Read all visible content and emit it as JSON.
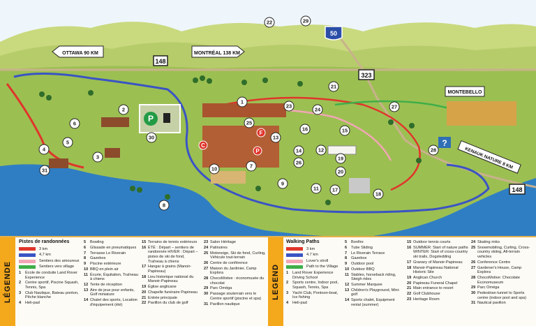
{
  "road_signs": {
    "ottawa": "OTTAWA 90 KM",
    "montreal": "MONTRÉAL 138 KM",
    "kenauk": "KENAUK NATURE 8 KM",
    "montebello": "MONTEBELLO"
  },
  "highways": {
    "a50": "50",
    "r148_top": "148",
    "r148_right": "148",
    "r323": "323"
  },
  "map_pins": [
    "1",
    "2",
    "3",
    "4",
    "5",
    "6",
    "7",
    "8",
    "9",
    "10",
    "11",
    "12",
    "13",
    "14",
    "15",
    "16",
    "17",
    "18",
    "19",
    "20",
    "21",
    "22",
    "23",
    "24",
    "25",
    "26",
    "27",
    "28",
    "29",
    "30",
    "31"
  ],
  "map_letters": {
    "c": "C",
    "f": "F",
    "p": "P"
  },
  "parking": {
    "symbol": "P"
  },
  "colors": {
    "trail_3km": "#e0352b",
    "trail_47km": "#3a54c4",
    "sentier_amoureux": "#f2a6b6",
    "sentier_village": "#3fae49",
    "lake": "#2f7ec4",
    "grass": "#9cbf52",
    "accent": "#f4a81c"
  },
  "legend_fr": {
    "title": "LÉGENDE",
    "pistes_header": "Pistes de randonnées",
    "swatches": [
      "3 km",
      "4,7 km",
      "Sentiers des amoureux",
      "Sentiers vers village"
    ],
    "items": [
      {
        "n": "1",
        "t": "École de conduite Land Rover Experience"
      },
      {
        "n": "2",
        "t": "Centre sportif, Piscine Squash, Tennis, Spa"
      },
      {
        "n": "3",
        "t": "Club Nautique, Bateau ponton, Pêche blanche"
      },
      {
        "n": "4",
        "t": "Heli-pad"
      },
      {
        "n": "5",
        "t": "Bowling"
      },
      {
        "n": "6",
        "t": "Glissade en pneumatiques"
      },
      {
        "n": "7",
        "t": "Terrasse Le Riverain"
      },
      {
        "n": "8",
        "t": "Gazebos"
      },
      {
        "n": "9",
        "t": "Piscine extérieure"
      },
      {
        "n": "10",
        "t": "BBQ en plein air"
      },
      {
        "n": "11",
        "t": "Écurie, Équitation, Traîneau à chiens"
      },
      {
        "n": "12",
        "t": "Tente de réception"
      },
      {
        "n": "13",
        "t": "Aire de jeux pour enfants, Golf miniature"
      },
      {
        "n": "14",
        "t": "Chalet des sports, Location d'équipement (été)"
      },
      {
        "n": "15",
        "t": "Terrains de tennis extérieurs"
      },
      {
        "n": "16",
        "t": "ÉTÉ : Départ – sentiers de randonnée HIVER : Départ – pistes de ski de fond, Traîneau à chiens"
      },
      {
        "n": "17",
        "t": "Hangar à grains (Manoir-Papineau)"
      },
      {
        "n": "18",
        "t": "Lieu historique national du Manoir-Papineau"
      },
      {
        "n": "19",
        "t": "Église anglicane"
      },
      {
        "n": "20",
        "t": "Chapelle funéraire Papineau"
      },
      {
        "n": "21",
        "t": "Entrée principale"
      },
      {
        "n": "22",
        "t": "Pavillon du club de golf"
      },
      {
        "n": "23",
        "t": "Salon Héritage"
      },
      {
        "n": "24",
        "t": "Patinoires"
      },
      {
        "n": "25",
        "t": "Motoneige, Ski de fond, Curling, Véhicule tout-terrain"
      },
      {
        "n": "26",
        "t": "Centre de conférence"
      },
      {
        "n": "27",
        "t": "Maison du Jardinier, Camp Explora"
      },
      {
        "n": "28",
        "t": "ChocoMotive : économusée du chocolat"
      },
      {
        "n": "29",
        "t": "Parc Oméga"
      },
      {
        "n": "30",
        "t": "Passage souterrain vers le Centre sportif (piscine et spa)"
      },
      {
        "n": "31",
        "t": "Pavillon nautique"
      }
    ]
  },
  "legend_en": {
    "title": "LEGEND",
    "paths_header": "Walking Paths",
    "swatches": [
      "3 km",
      "4.7 km",
      "Lover's stroll",
      "Path to the Village"
    ],
    "items": [
      {
        "n": "1",
        "t": "Land Rover Experience Driving School"
      },
      {
        "n": "2",
        "t": "Sports centre, Indoor pool, Squash, Tennis, Spa"
      },
      {
        "n": "3",
        "t": "Yacht Club, Pontoon-boat, Ice fishing"
      },
      {
        "n": "4",
        "t": "Heli-pad"
      },
      {
        "n": "5",
        "t": "Bonfire"
      },
      {
        "n": "6",
        "t": "Tube Sliding"
      },
      {
        "n": "7",
        "t": "Le Riverain Terrace"
      },
      {
        "n": "8",
        "t": "Gazebos"
      },
      {
        "n": "9",
        "t": "Outdoor pool"
      },
      {
        "n": "10",
        "t": "Outdoor BBQ"
      },
      {
        "n": "11",
        "t": "Stables, horseback riding, Sleigh rides"
      },
      {
        "n": "12",
        "t": "Summer Marquee"
      },
      {
        "n": "13",
        "t": "Children's Playground, Mini-golf"
      },
      {
        "n": "14",
        "t": "Sports chalet, Equipment rental (summer)"
      },
      {
        "n": "15",
        "t": "Outdoor tennis courts"
      },
      {
        "n": "16",
        "t": "SUMMER: Start of nature paths WINTER: Start of cross-country ski trails, Dogsledding"
      },
      {
        "n": "17",
        "t": "Granary of Manoir-Papineau"
      },
      {
        "n": "18",
        "t": "Manoir-Papineau National Historic Site"
      },
      {
        "n": "19",
        "t": "Anglican Church"
      },
      {
        "n": "20",
        "t": "Papineau Funeral Chapel"
      },
      {
        "n": "21",
        "t": "Main entrance to resort"
      },
      {
        "n": "22",
        "t": "Golf Clubhouse"
      },
      {
        "n": "23",
        "t": "Heritage Room"
      },
      {
        "n": "24",
        "t": "Skating rinks"
      },
      {
        "n": "25",
        "t": "Snowmobiling, Curling, Cross-country skiing, All-terrain vehicles"
      },
      {
        "n": "26",
        "t": "Conference Centre"
      },
      {
        "n": "27",
        "t": "Gardener's House, Camp Explora"
      },
      {
        "n": "28",
        "t": "ChocoMotive: Chocolate Economuseum"
      },
      {
        "n": "29",
        "t": "Parc Oméga"
      },
      {
        "n": "30",
        "t": "Pedestrian tunnel to Sports centre (indoor pool and spa)"
      },
      {
        "n": "31",
        "t": "Nautical pavilion"
      }
    ]
  }
}
